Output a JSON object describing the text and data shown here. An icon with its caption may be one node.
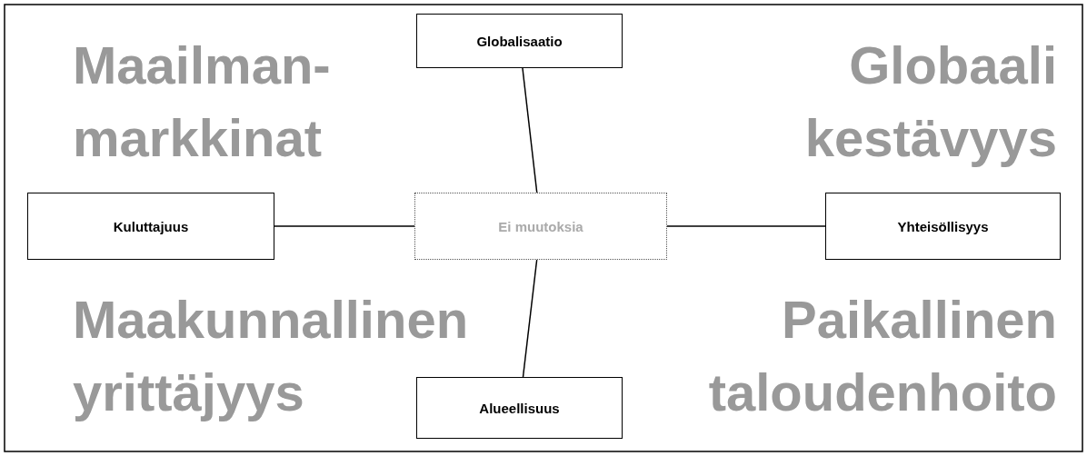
{
  "diagram": {
    "nodes": [
      {
        "text": [
          "Globalisaatio"
        ]
      },
      {
        "text": [
          "Kuluttajuus"
        ]
      },
      {
        "text": [
          "Ei muutoksia"
        ]
      },
      {
        "text": [
          "Yhteisöllisyys"
        ]
      },
      {
        "text": [
          "Alueellisuus"
        ]
      }
    ],
    "edges": [
      {
        "from": 0,
        "to": 2,
        "arrow": "none"
      },
      {
        "from": 1,
        "to": 2,
        "arrow": "none"
      },
      {
        "from": 2,
        "to": 3,
        "arrow": "none"
      },
      {
        "from": 2,
        "to": 4,
        "arrow": "none"
      }
    ],
    "labels": [
      "Maailman- markkinat",
      "Globaali kestävyys",
      "Maakunnallinen yrittäjyys",
      "Paikallinen taloudenhoito"
    ]
  }
}
